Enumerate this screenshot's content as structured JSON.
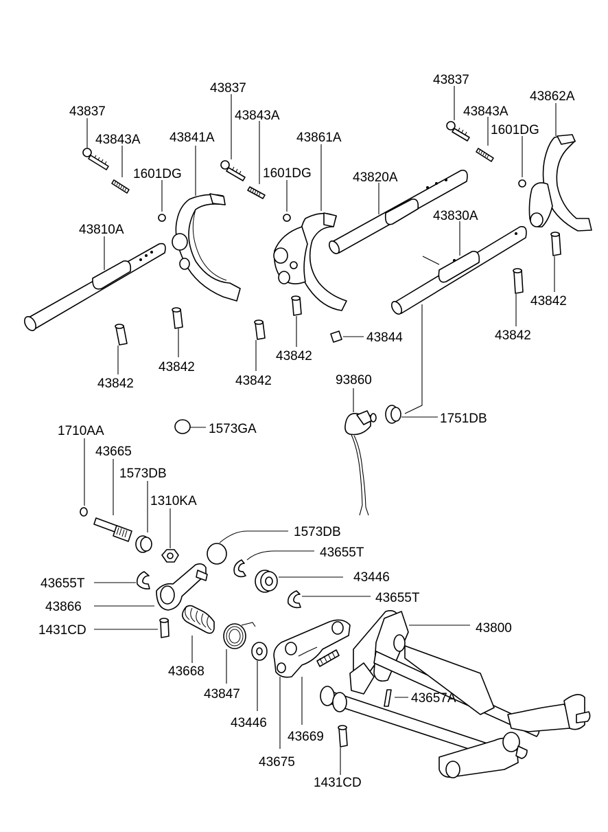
{
  "diagram": {
    "labels": {
      "p43837_a": "43837",
      "p43843A_a": "43843A",
      "p43841A": "43841A",
      "p1601DG_a": "1601DG",
      "p43810A": "43810A",
      "p43842_a": "43842",
      "p43842_b": "43842",
      "p43837_b": "43837",
      "p43843A_b": "43843A",
      "p1601DG_b": "1601DG",
      "p43861A": "43861A",
      "p43842_c": "43842",
      "p43842_d": "43842",
      "p43844": "43844",
      "p43820A": "43820A",
      "p43837_c": "43837",
      "p43843A_c": "43843A",
      "p43862A": "43862A",
      "p1601DG_c": "1601DG",
      "p43830A": "43830A",
      "p43842_e": "43842",
      "p43842_f": "43842",
      "p93860": "93860",
      "p1751DB": "1751DB",
      "p1573GA": "1573GA",
      "p1710AA": "1710AA",
      "p43665": "43665",
      "p1573DB_a": "1573DB",
      "p1310KA": "1310KA",
      "p1573DB_b": "1573DB",
      "p43655T_a": "43655T",
      "p43446_a": "43446",
      "p43655T_b": "43655T",
      "p43655T_c": "43655T",
      "p43866": "43866",
      "p1431CD_a": "1431CD",
      "p43668": "43668",
      "p43847": "43847",
      "p43446_b": "43446",
      "p43675": "43675",
      "p43669": "43669",
      "p43800": "43800",
      "p43657A": "43657A",
      "p1431CD_b": "1431CD"
    }
  }
}
